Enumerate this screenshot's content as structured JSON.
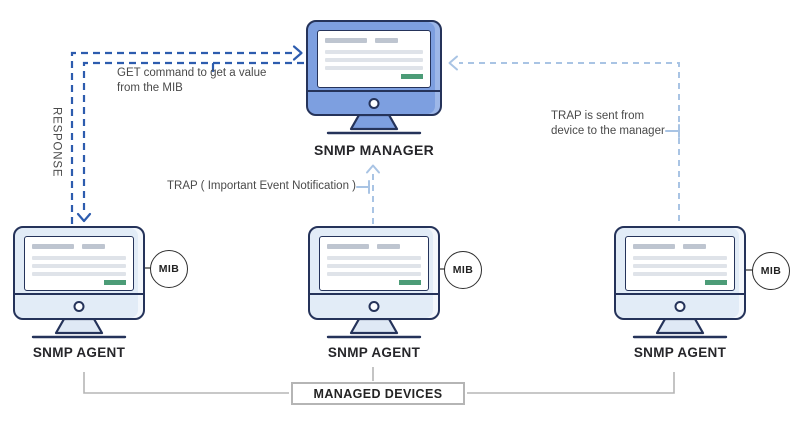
{
  "manager": {
    "label": "SNMP MANAGER"
  },
  "agents": [
    {
      "label": "SNMP AGENT",
      "mib": "MIB"
    },
    {
      "label": "SNMP AGENT",
      "mib": "MIB"
    },
    {
      "label": "SNMP AGENT",
      "mib": "MIB"
    }
  ],
  "annotations": {
    "response": "RESPONSE",
    "get_line1": "GET command to get a value",
    "get_line2": "from the MIB",
    "trap_event": "TRAP ( Important Event Notification )",
    "trap_sent_line1": "TRAP is sent from",
    "trap_sent_line2": "device to the manager"
  },
  "managed_devices": {
    "label": "MANAGED DEVICES"
  },
  "colors": {
    "get_response_arrow": "#2d5cae",
    "trap_arrow": "#a9c4e4",
    "bracket_gray": "#b5b5b5",
    "monitor_outline": "#25335a",
    "manager_fill": "#7d9fe0",
    "agent_fill": "#e2ecf7",
    "screen_highlight_green": "#4c9c77",
    "label_text": "#26262a",
    "annotation_text": "#4a4a4a"
  }
}
